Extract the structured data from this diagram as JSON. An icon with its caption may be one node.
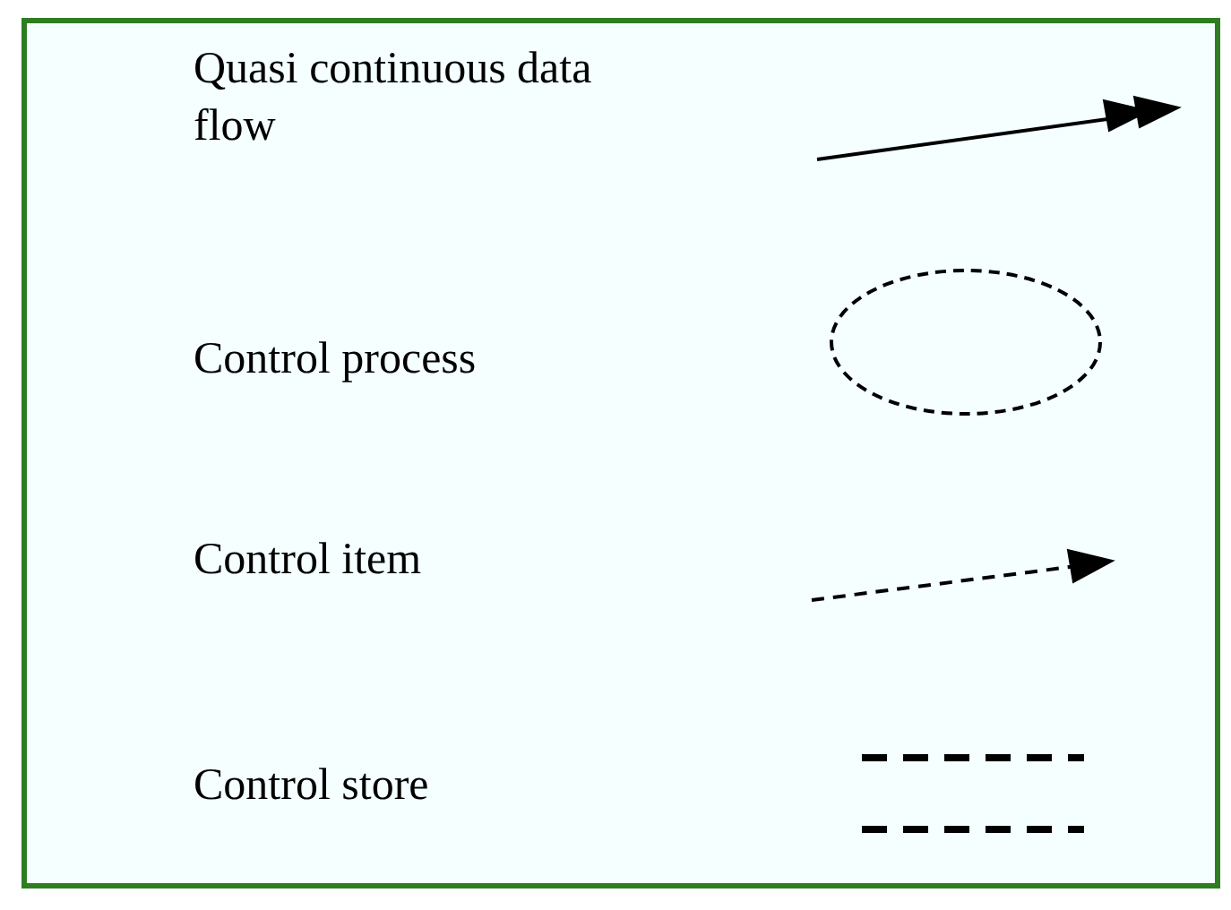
{
  "diagram": {
    "legend": [
      {
        "text": "Quasi continuous data flow"
      },
      {
        "text": "Control process"
      },
      {
        "text": "Control item"
      },
      {
        "text": "Control store"
      }
    ]
  }
}
